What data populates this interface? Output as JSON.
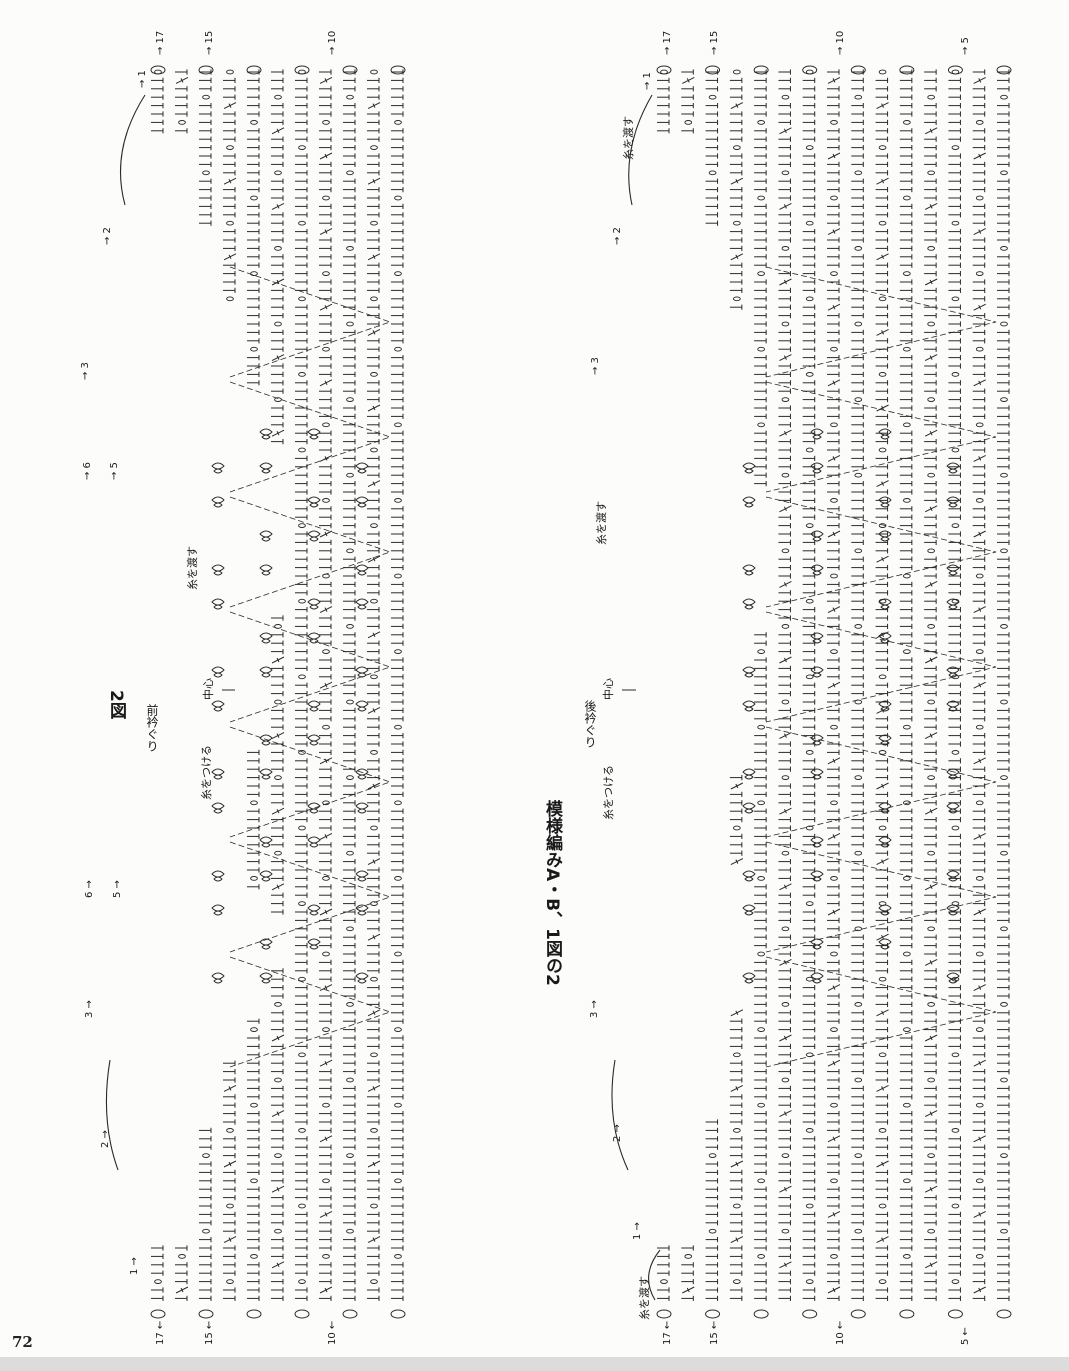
{
  "page_number": "72",
  "diagram1": {
    "title": "2図",
    "subtitle": "前衿ぐり",
    "center_label": "中心",
    "attach_label": "糸をつける",
    "pass_label": "糸を渡す",
    "row_numbers_top": [
      "17",
      "15",
      "10"
    ],
    "row_numbers_bottom": [
      "17",
      "15",
      "10"
    ],
    "left_step_labels": [
      "1",
      "2",
      "3",
      "5",
      "6"
    ],
    "center_step_labels": [
      "1",
      "2",
      "3",
      "5",
      "6"
    ]
  },
  "diagram2": {
    "title": "模様編みA・B、1図の2",
    "subtitle": "後衿ぐり",
    "center_label": "中心",
    "attach_label": "糸をつける",
    "pass_label_top": "糸を渡す",
    "pass_label_center": "糸を渡す",
    "pass_label_bottom": "糸を渡す",
    "row_numbers_top": [
      "17",
      "15",
      "10",
      "5"
    ],
    "row_numbers_bottom": [
      "17",
      "15",
      "10",
      "5"
    ],
    "left_step_labels": [
      "1",
      "2",
      "3"
    ],
    "center_step_labels": [
      "1",
      "2",
      "3"
    ]
  }
}
